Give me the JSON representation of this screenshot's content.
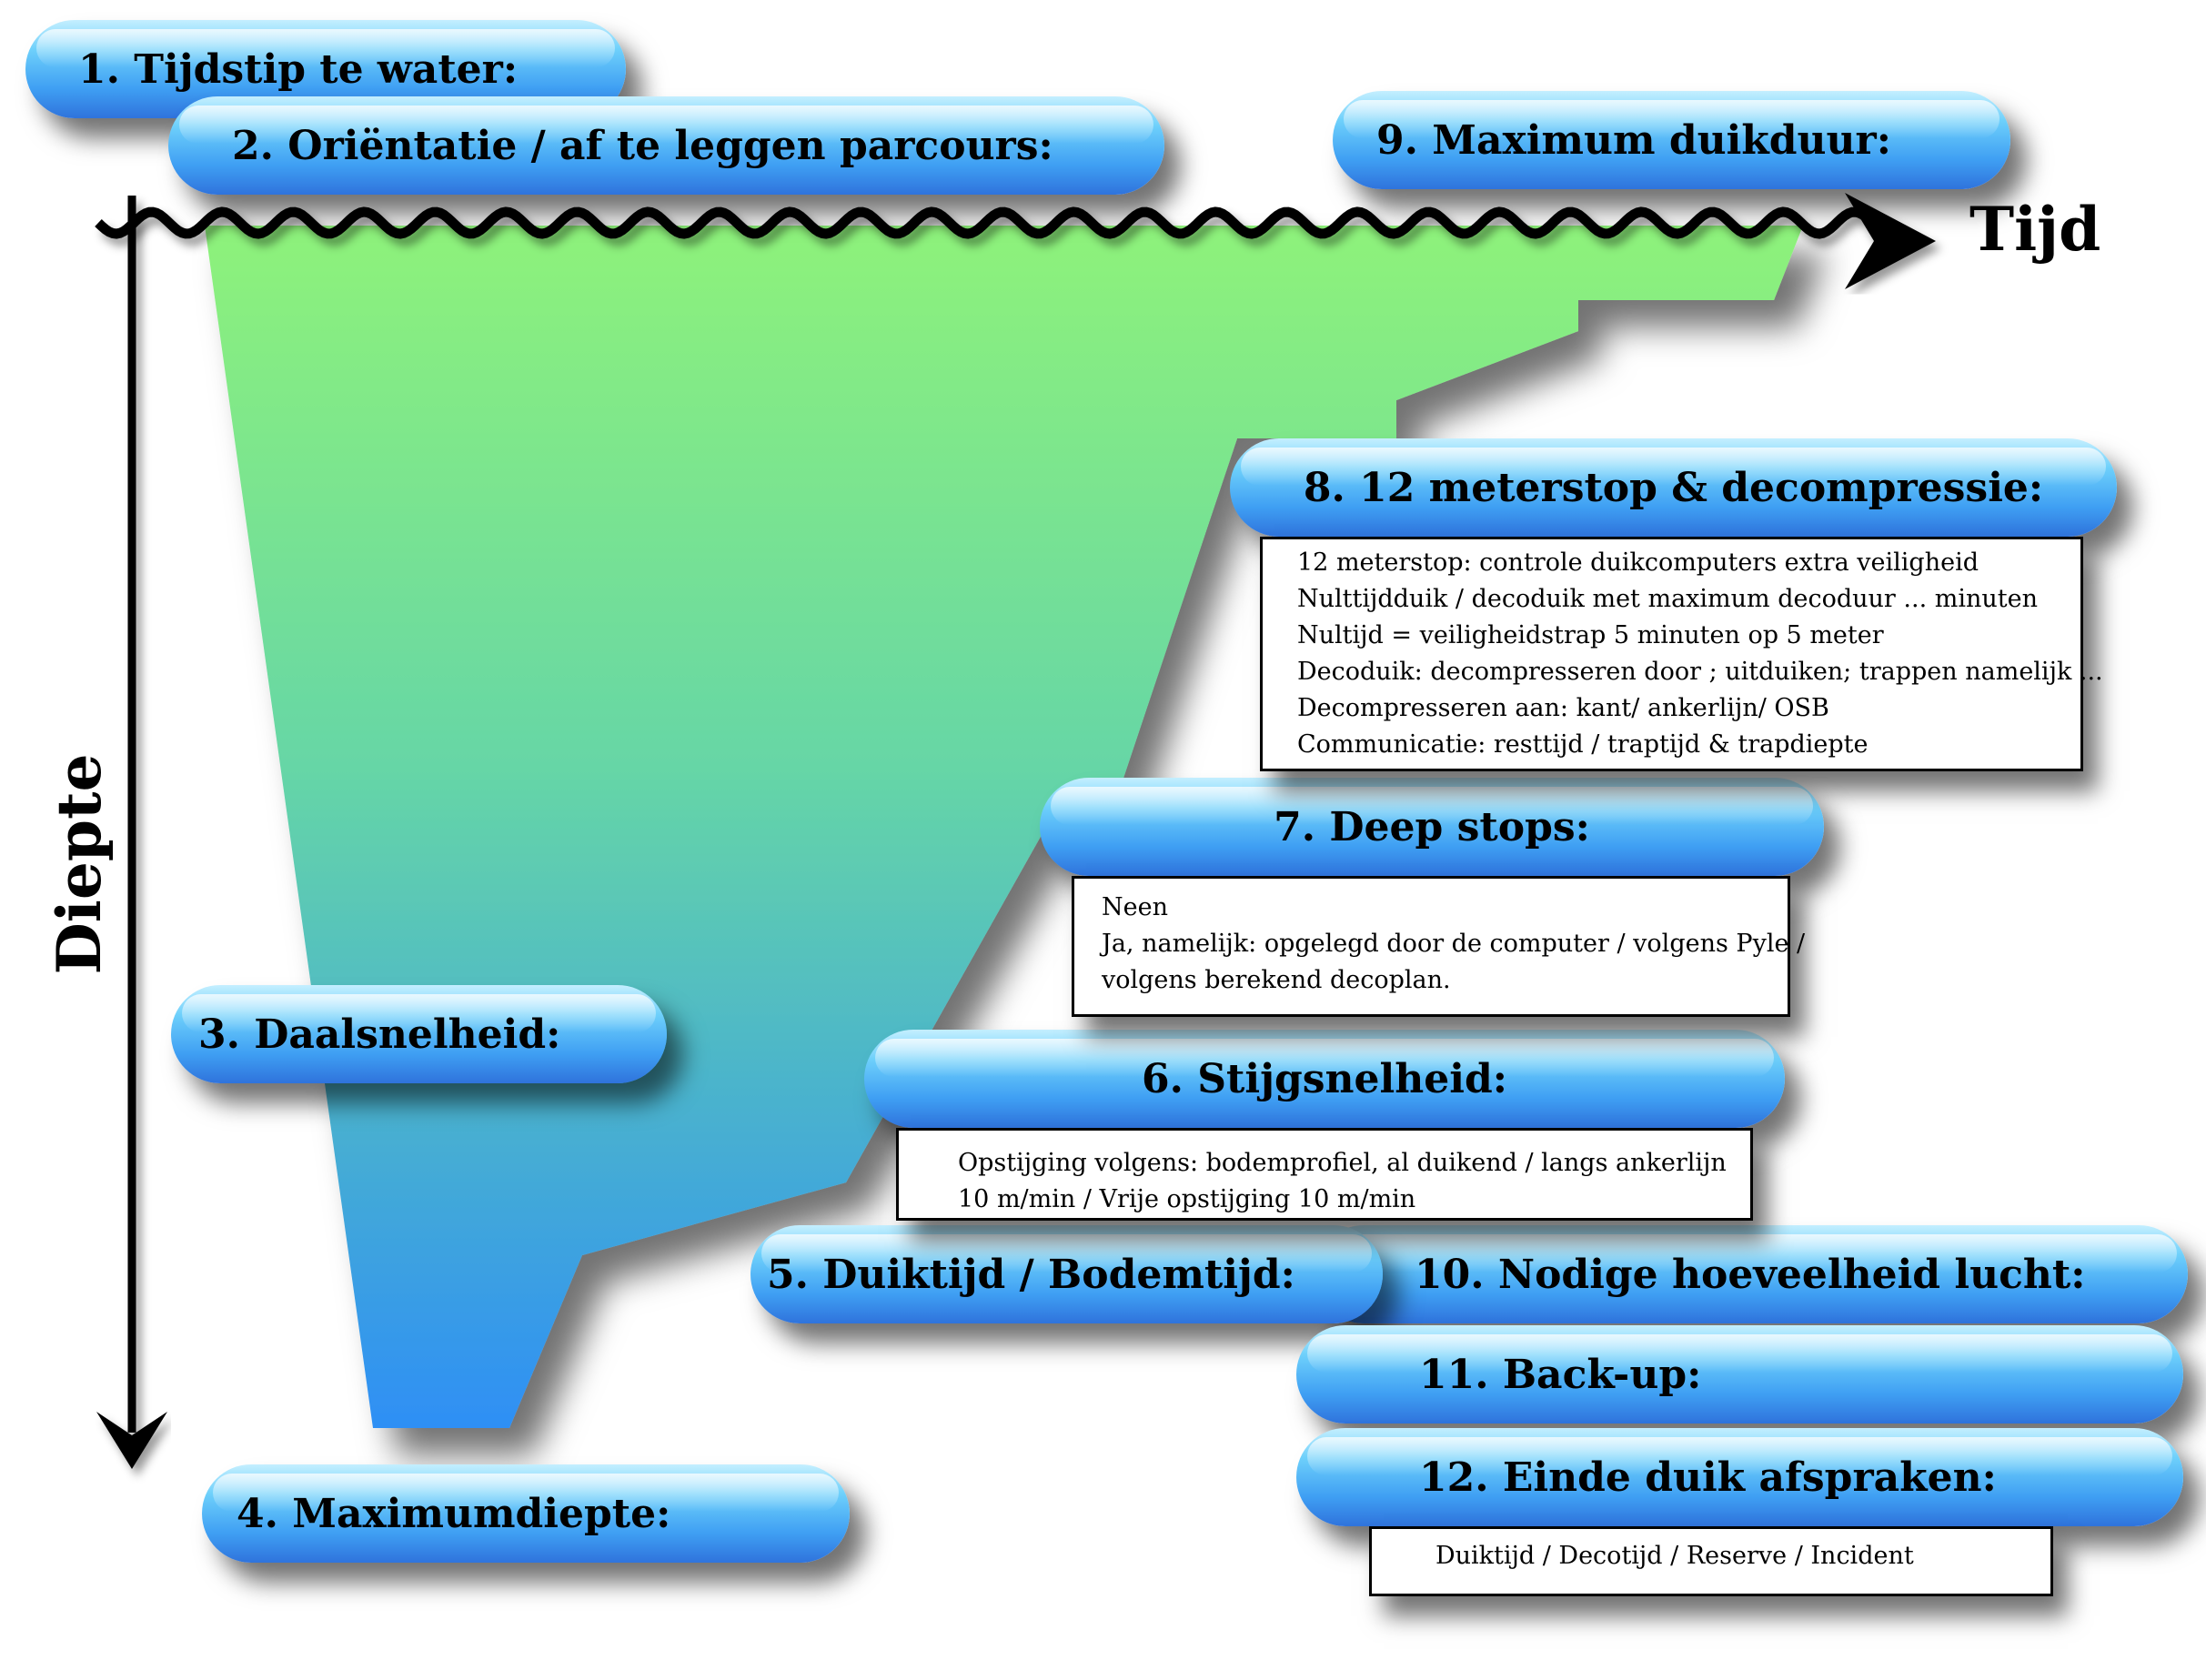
{
  "title_pills": {
    "p1": "1. Tijdstip te water:",
    "p2": "2. Oriëntatie / af te leggen parcours:",
    "p3": "3. Daalsnelheid:",
    "p4": "4. Maximumdiepte:",
    "p5": "5. Duiktijd / Bodemtijd:",
    "p6": "6. Stijgsnelheid:",
    "p7": "7. Deep stops:",
    "p8": "8. 12 meterstop & decompressie:",
    "p9": "9. Maximum duikduur:",
    "p10": "10. Nodige hoeveelheid lucht:",
    "p11": "11. Back-up:",
    "p12": "12. Einde duik afspraken:"
  },
  "axes": {
    "x_label": "Tijd",
    "y_label": "Diepte"
  },
  "boxes": {
    "decompression": [
      "12 meterstop: controle duikcomputers extra veiligheid",
      "Nulttijdduik / decoduik met maximum decoduur ... minuten",
      "Nultijd = veiligheidstrap 5 minuten op  5 meter",
      "Decoduik: decompresseren door ; uitduiken; trappen namelijk ...",
      "Decompresseren aan: kant/ ankerlijn/ OSB",
      "Communicatie: resttijd / traptijd & trapdiepte"
    ],
    "deep_stops": [
      "Neen",
      "Ja, namelijk: opgelegd door de computer / volgens Pyle /",
      "volgens berekend decoplan."
    ],
    "ascent": [
      "Opstijging volgens: bodemprofiel, al duikend / langs ankerlijn",
      "10 m/min / Vrije opstijging 10 m/min"
    ],
    "end_dive": [
      "Duiktijd / Decotijd / Reserve / Incident"
    ]
  },
  "colors": {
    "profile_top": "#8ef27a",
    "profile_bottom": "#2e8ff5",
    "pill_light": "#c4efff",
    "pill_dark": "#2f73dc"
  }
}
